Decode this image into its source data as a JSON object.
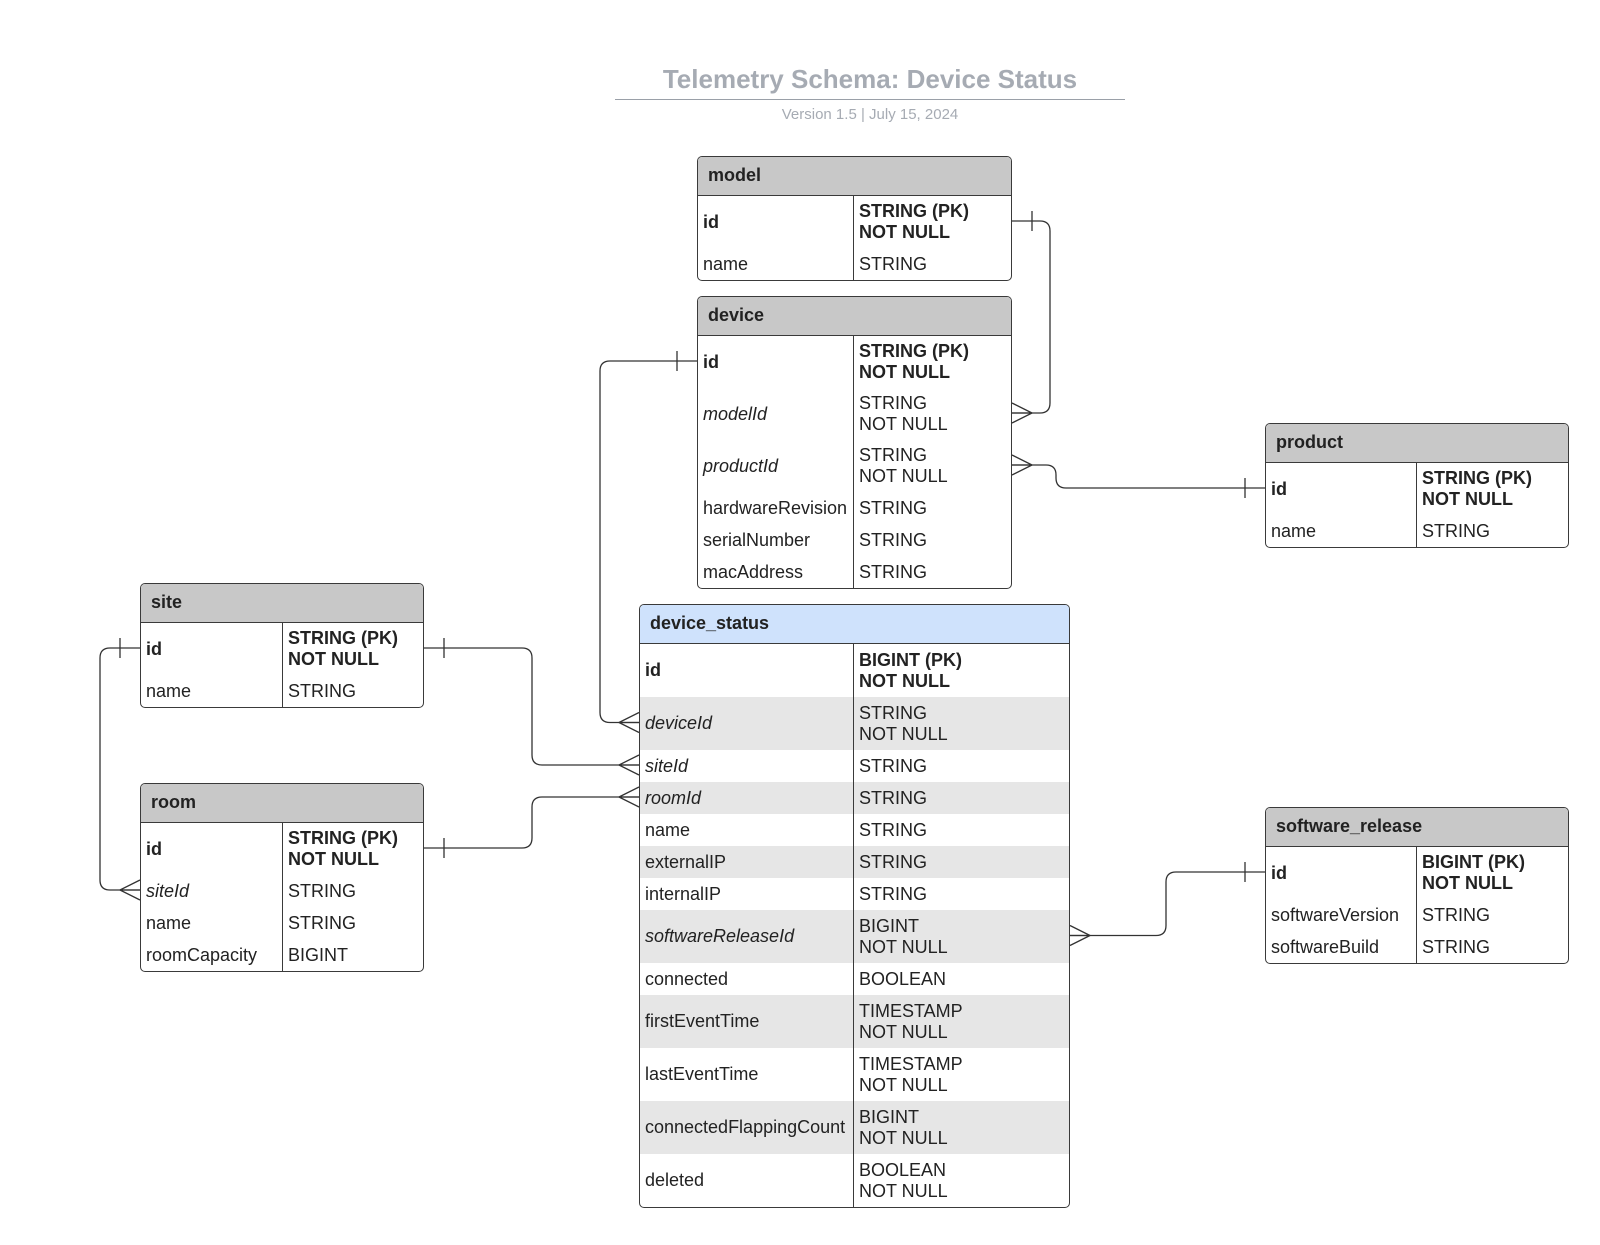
{
  "title": "Telemetry Schema: Device Status",
  "subtitle": "Version 1.5  |  July 15, 2024",
  "entities": {
    "model": {
      "name": "model",
      "columns": [
        {
          "name": "id",
          "type": "STRING (PK)\nNOT NULL"
        },
        {
          "name": "name",
          "type": "STRING"
        }
      ]
    },
    "device": {
      "name": "device",
      "columns": [
        {
          "name": "id",
          "type": "STRING (PK)\nNOT NULL"
        },
        {
          "name": "modelId",
          "type": "STRING\nNOT NULL"
        },
        {
          "name": "productId",
          "type": "STRING\nNOT NULL"
        },
        {
          "name": "hardwareRevision",
          "type": "STRING"
        },
        {
          "name": "serialNumber",
          "type": "STRING"
        },
        {
          "name": "macAddress",
          "type": "STRING"
        }
      ]
    },
    "product": {
      "name": "product",
      "columns": [
        {
          "name": "id",
          "type": "STRING (PK)\nNOT NULL"
        },
        {
          "name": "name",
          "type": "STRING"
        }
      ]
    },
    "site": {
      "name": "site",
      "columns": [
        {
          "name": "id",
          "type": "STRING (PK)\nNOT NULL"
        },
        {
          "name": "name",
          "type": "STRING"
        }
      ]
    },
    "room": {
      "name": "room",
      "columns": [
        {
          "name": "id",
          "type": "STRING (PK)\nNOT NULL"
        },
        {
          "name": "siteId",
          "type": "STRING"
        },
        {
          "name": "name",
          "type": "STRING"
        },
        {
          "name": "roomCapacity",
          "type": "BIGINT"
        }
      ]
    },
    "device_status": {
      "name": "device_status",
      "columns": [
        {
          "name": "id",
          "type": "BIGINT (PK)\nNOT NULL"
        },
        {
          "name": "deviceId",
          "type": "STRING\nNOT NULL"
        },
        {
          "name": "siteId",
          "type": "STRING"
        },
        {
          "name": "roomId",
          "type": "STRING"
        },
        {
          "name": "name",
          "type": "STRING"
        },
        {
          "name": "externalIP",
          "type": "STRING"
        },
        {
          "name": "internalIP",
          "type": "STRING"
        },
        {
          "name": "softwareReleaseId",
          "type": "BIGINT\nNOT NULL"
        },
        {
          "name": "connected",
          "type": "BOOLEAN"
        },
        {
          "name": "firstEventTime",
          "type": "TIMESTAMP\nNOT NULL"
        },
        {
          "name": "lastEventTime",
          "type": "TIMESTAMP\nNOT NULL"
        },
        {
          "name": "connectedFlappingCount",
          "type": "BIGINT\nNOT NULL"
        },
        {
          "name": "deleted",
          "type": "BOOLEAN\nNOT NULL"
        }
      ]
    },
    "software_release": {
      "name": "software_release",
      "columns": [
        {
          "name": "id",
          "type": "BIGINT (PK)\nNOT NULL"
        },
        {
          "name": "softwareVersion",
          "type": "STRING"
        },
        {
          "name": "softwareBuild",
          "type": "STRING"
        }
      ]
    }
  }
}
